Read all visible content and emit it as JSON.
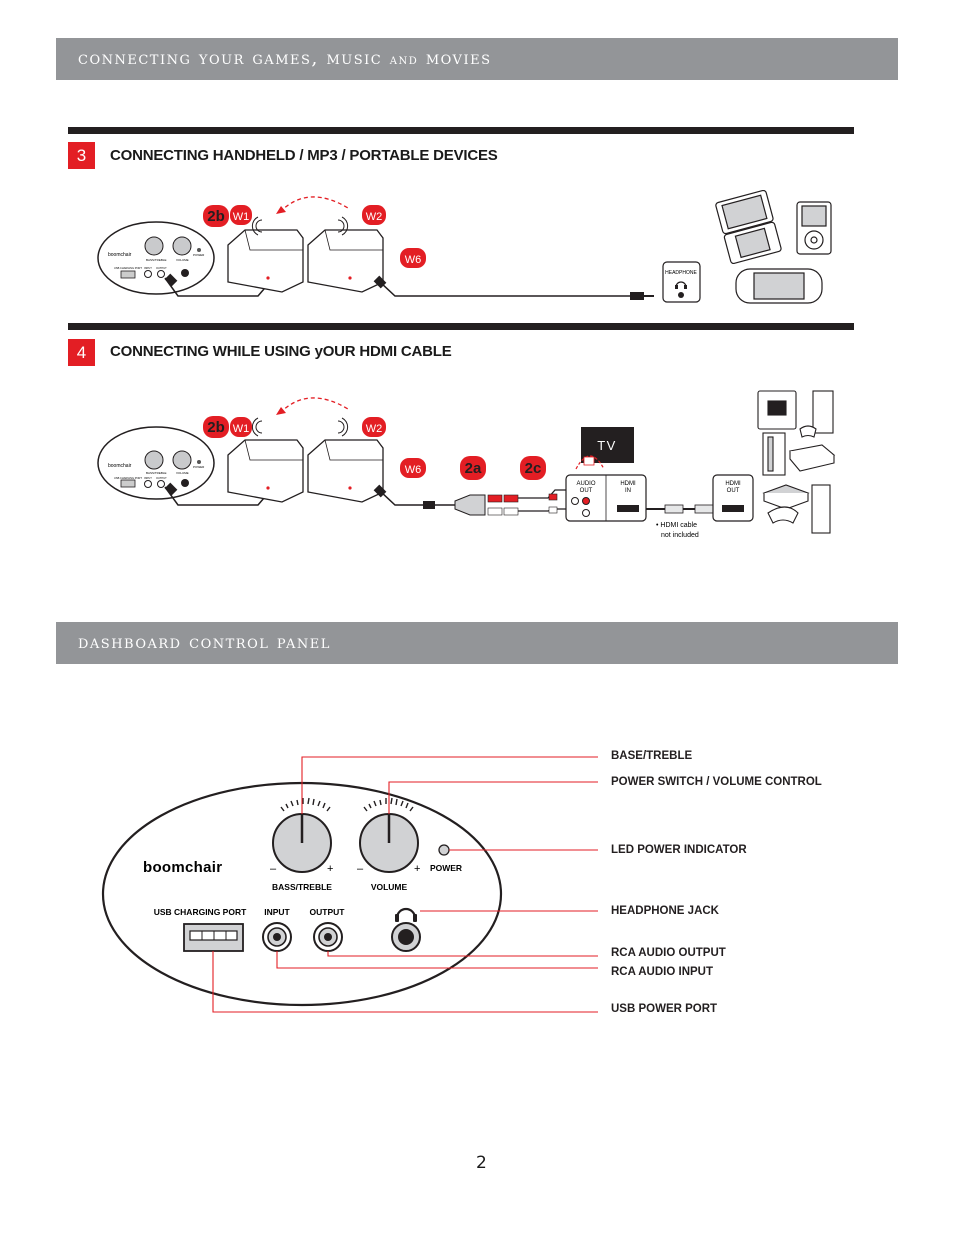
{
  "header_banner": {
    "title_part1": "connecting your games, music ",
    "title_and": "and",
    "title_part2": " movies"
  },
  "section3": {
    "number": "3",
    "title": "CONNECTING HANDHELD / MP3 / PORTABLE DEVICES",
    "badges": {
      "b2b": "2b",
      "w1": "W1",
      "w2": "W2",
      "w6": "W6"
    },
    "headphone_label": "HEADPHONE"
  },
  "section4": {
    "number": "4",
    "title": "CONNECTING WHILE USING yOUR HDMI CABLE",
    "badges": {
      "b2b": "2b",
      "w1": "W1",
      "w2": "W2",
      "w6": "W6",
      "b2a": "2a",
      "b2c": "2c"
    },
    "tv_label": "TV",
    "audio_out_1": "AUDIO",
    "audio_out_2": "OUT",
    "hdmi_in_1": "HDMI",
    "hdmi_in_2": "IN",
    "hdmi_out_1": "HDMI",
    "hdmi_out_2": "OUT",
    "note_1": "• HDMI cable",
    "note_2": "not included"
  },
  "dashboard_banner": {
    "title": "dashboard control panel"
  },
  "panel": {
    "brand": "boomchair",
    "power": "POWER",
    "bass_treble": "BASS/TREBLE",
    "volume": "VOLUME",
    "usb_charging_port": "USB CHARGING PORT",
    "input": "INPUT",
    "output": "OUTPUT",
    "minus": "–",
    "plus": "+"
  },
  "mini_panel": {
    "brand": "boomchair",
    "bass_treble": "BASS/TREBLE",
    "volume": "VOLUME",
    "power": "POWER",
    "usb": "USB CHARGING PORT",
    "input": "INPUT",
    "output": "OUTPUT"
  },
  "callouts": [
    "BASE/TREBLE",
    "POWER SWITCH / VOLUME CONTROL",
    "LED POWER INDICATOR",
    "HEADPHONE JACK",
    "RCA AUDIO OUTPUT",
    "RCA AUDIO INPUT",
    "USB POWER PORT"
  ],
  "page_number": "2",
  "colors": {
    "banner": "#939598",
    "accent_red": "#e31e24",
    "rule": "#231f20"
  }
}
